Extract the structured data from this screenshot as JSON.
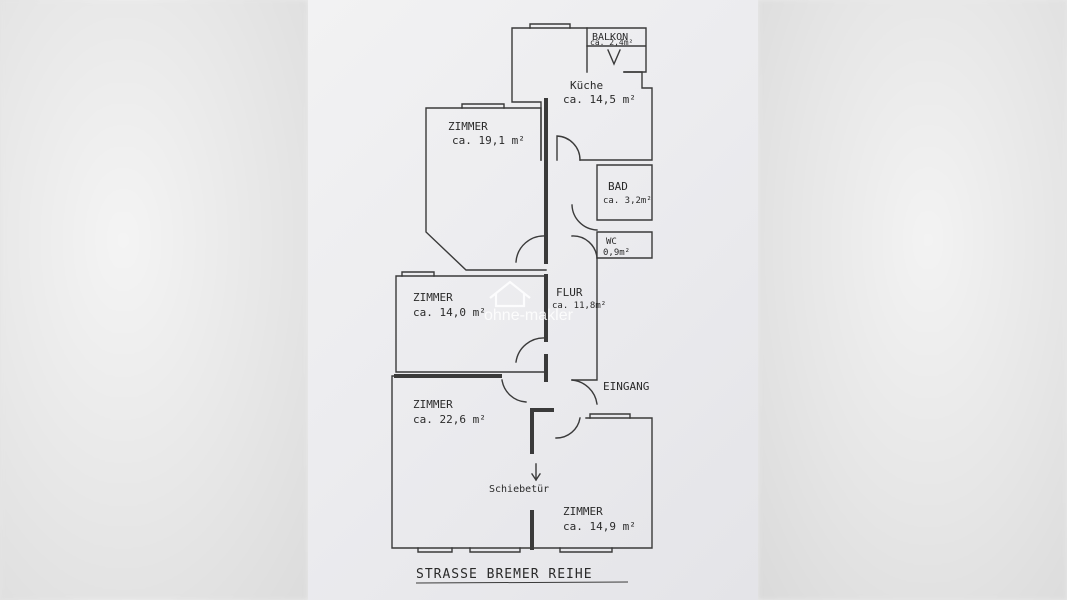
{
  "labels": {
    "balkon_title": "BALKON",
    "balkon_area": "ca. 2,4m²",
    "kueche_title": "Küche",
    "kueche_area": "ca. 14,5 m²",
    "zimmer1_title": "ZIMMER",
    "zimmer1_area": "ca. 19,1 m²",
    "bad_title": "BAD",
    "bad_area": "ca. 3,2m²",
    "wc_title": "WC",
    "wc_area": "0,9m²",
    "flur_title": "FLUR",
    "flur_area": "ca. 11,8m²",
    "zimmer2_title": "ZIMMER",
    "zimmer2_area": "ca. 14,0 m²",
    "eingang": "EINGANG",
    "zimmer3_title": "ZIMMER",
    "zimmer3_area": "ca. 22,6 m²",
    "schiebetuer": "Schiebetür",
    "zimmer4_title": "ZIMMER",
    "zimmer4_area": "ca. 14,9 m²",
    "street": "STRASSE BREMER REIHE"
  },
  "watermark": {
    "text": "ohne-makler"
  },
  "colors": {
    "ink": "#2a2a2a",
    "wall": "#3a3a3a",
    "paper": "#ededf0"
  }
}
